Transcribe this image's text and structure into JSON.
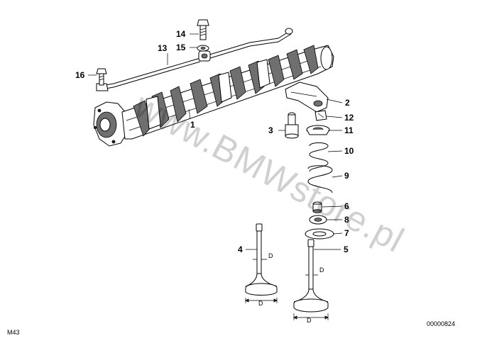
{
  "diagram": {
    "callouts": {
      "c1": "1",
      "c2": "2",
      "c3": "3",
      "c4": "4",
      "c5": "5",
      "c6": "6",
      "c7": "7",
      "c8": "8",
      "c9": "9",
      "c10": "10",
      "c11": "11",
      "c12": "12",
      "c13": "13",
      "c14": "14",
      "c15": "15",
      "c16": "16"
    },
    "dimension_label": "D",
    "watermark": "www.BMWstore.pl",
    "corner_left": "M43",
    "corner_right": "00000824"
  }
}
